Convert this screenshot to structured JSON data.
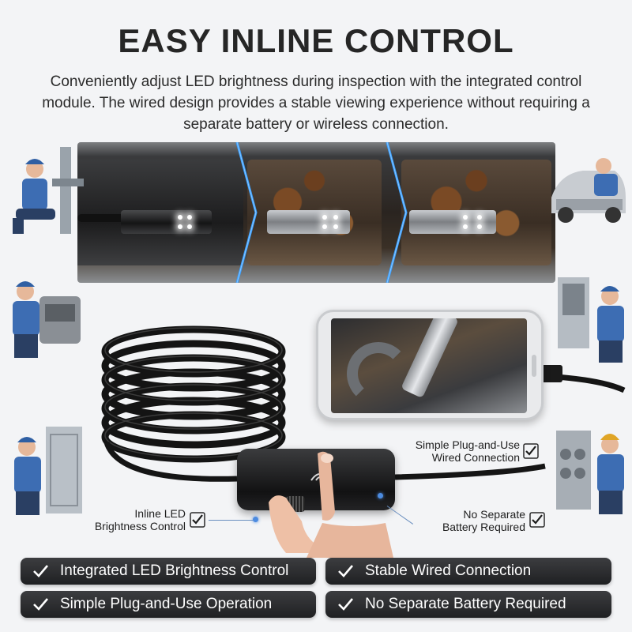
{
  "header": {
    "title": "EASY INLINE CONTROL",
    "subtitle": "Conveniently adjust LED brightness during inspection with the integrated control module. The wired design provides a stable viewing experience without requiring a separate battery or wireless connection."
  },
  "callouts": {
    "plug_and_use": "Simple Plug-and-Use\nWired Connection",
    "inline_led": "Inline LED\nBrightness Control",
    "no_battery": "No Separate\nBattery Required"
  },
  "features": [
    "Integrated LED Brightness Control",
    "Stable Wired Connection",
    "Simple Plug-and-Use Operation",
    "No Separate Battery Required"
  ],
  "colors": {
    "accent_blue": "#4c8be0",
    "pill_dark": "#2a2b2d",
    "title": "#262626"
  },
  "icons": {
    "check": "check-icon",
    "chevron": "chevron-right-icon"
  }
}
